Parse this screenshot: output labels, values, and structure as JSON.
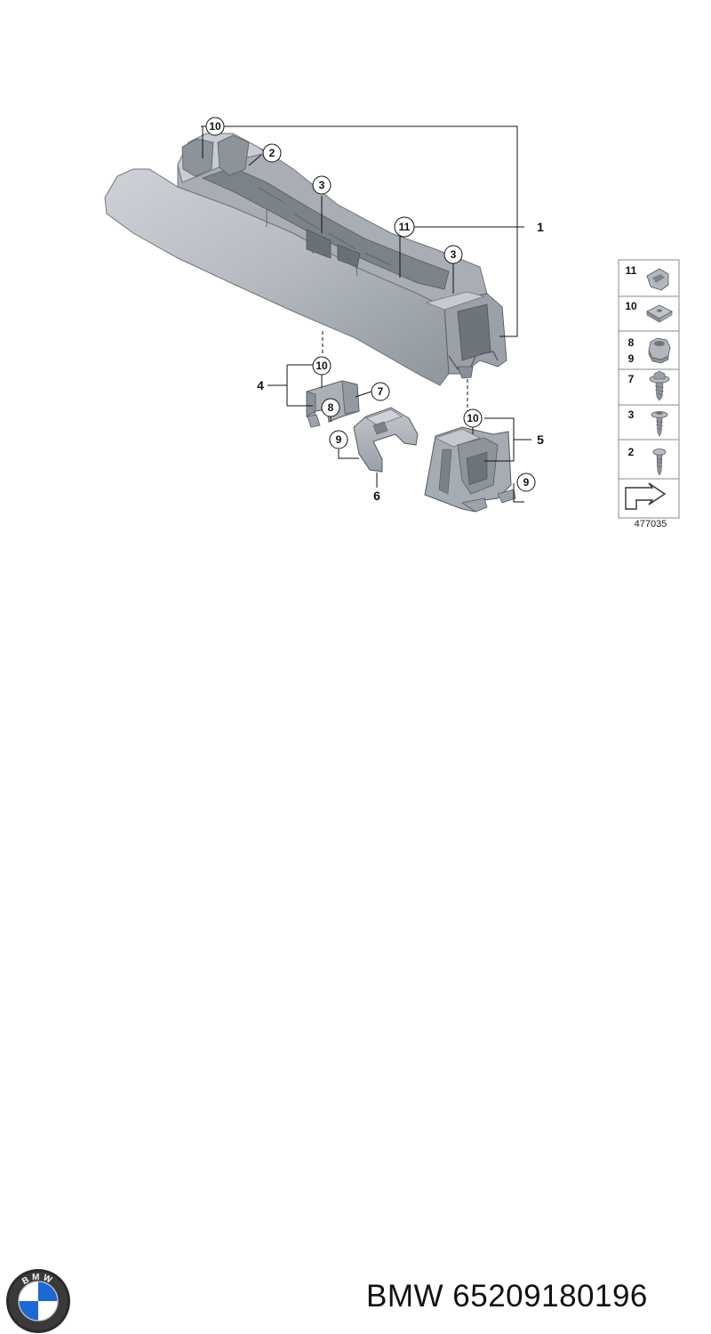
{
  "callouts": {
    "c10_top": "10",
    "c2": "2",
    "c3_a": "3",
    "c11": "11",
    "c3_b": "3",
    "c1": "1",
    "c10_left": "10",
    "c4": "4",
    "c7": "7",
    "c8": "8",
    "c9_a": "9",
    "c6": "6",
    "c10_right": "10",
    "c5": "5",
    "c9_b": "9"
  },
  "legend": {
    "items": [
      {
        "label": "11",
        "icon": "clip-nut-icon"
      },
      {
        "label": "10",
        "icon": "square-nut-icon"
      },
      {
        "label": "8",
        "label2": "9",
        "icon": "hex-nut-icon"
      },
      {
        "label": "7",
        "icon": "collar-screw-icon"
      },
      {
        "label": "3",
        "icon": "washer-screw-icon"
      },
      {
        "label": "2",
        "icon": "pan-screw-icon"
      }
    ],
    "diagram_code": "477035"
  },
  "footer": {
    "brand": "BMW",
    "part_number": "65209180196",
    "logo_letters": "BMW"
  },
  "colors": {
    "part_fill": "#b7bcc4",
    "part_shade": "#8d939c",
    "part_dark": "#5f646b",
    "line": "#111111",
    "logo_blue": "#1c69d4"
  }
}
